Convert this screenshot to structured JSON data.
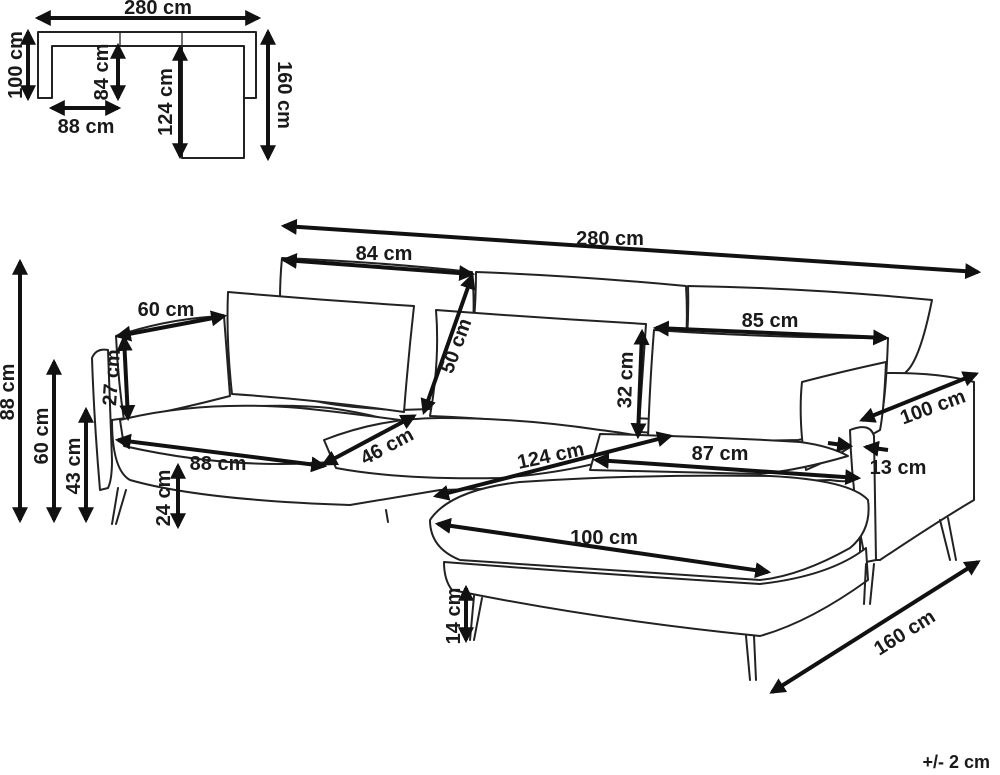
{
  "top_view": {
    "width": "280 cm",
    "depth_left": "100 cm",
    "inner_depth": "84 cm",
    "seat_width": "88 cm",
    "chaise_width": "124 cm",
    "chaise_depth": "160 cm"
  },
  "main_view": {
    "total_width": "280 cm",
    "back_cushion_width": "84 cm",
    "back_cushion_height": "50 cm",
    "pillow_width": "60 cm",
    "pillow_height": "27 cm",
    "lumbar_width": "85 cm",
    "lumbar_height": "32 cm",
    "seat_width": "88 cm",
    "seat_depth": "46 cm",
    "chaise_width": "124 cm",
    "chaise_inner_width": "87 cm",
    "arm_depth": "100 cm",
    "arm_width": "13 cm",
    "chaise_cushion_length": "100 cm",
    "chaise_length": "160 cm",
    "total_height": "88 cm",
    "seat_height": "60 cm",
    "seat_cushion_height": "43 cm",
    "leg_height": "24 cm",
    "chaise_leg_height": "14 cm"
  },
  "tolerance": "+/- 2 cm"
}
